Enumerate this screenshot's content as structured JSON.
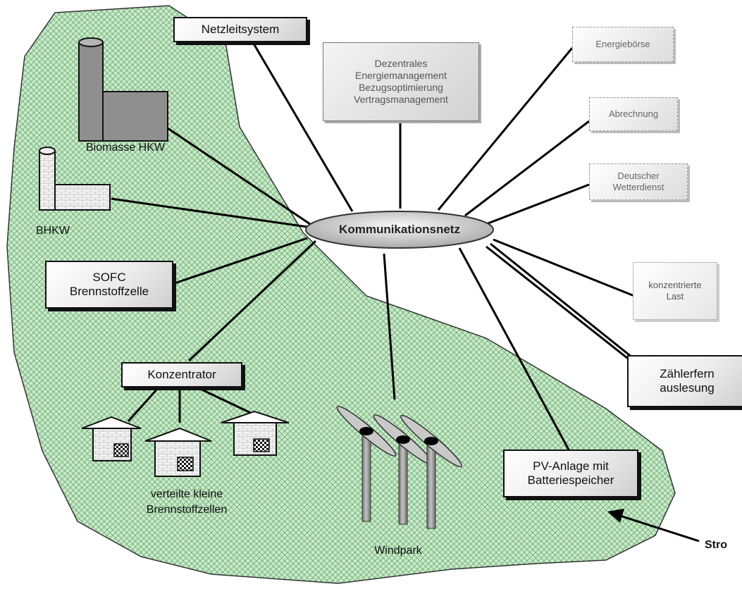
{
  "hub": {
    "label": "Kommunikationsnetz"
  },
  "boxes": {
    "netzleitsystem": {
      "label": "Netzleitsystem"
    },
    "dezentrales": {
      "lines": [
        "Dezentrales",
        "Energiemanagement",
        "Bezugsoptimierung",
        "Vertragsmanagement"
      ]
    },
    "energieboerse": {
      "label": "Energiebörse"
    },
    "abrechnung": {
      "label": "Abrechnung"
    },
    "wetterdienst": {
      "lines": [
        "Deutscher",
        "Wetterdienst"
      ]
    },
    "konz_last": {
      "lines": [
        "konzentrierte",
        "Last"
      ]
    },
    "zaehler": {
      "lines": [
        "Zählerfern",
        "auslesung"
      ]
    },
    "pv": {
      "lines": [
        "PV-Anlage mit",
        "Batteriespeicher"
      ]
    },
    "sofc": {
      "lines": [
        "SOFC",
        "Brennstoffzelle"
      ]
    },
    "konzentrator": {
      "label": "Konzentrator"
    }
  },
  "labels": {
    "biomasse": "Biomasse HKW",
    "bhkw": "BHKW",
    "verteilte": [
      "verteilte kleine",
      "Brennstoffzellen"
    ],
    "windpark": "Windpark",
    "strom": "Stro"
  },
  "colors": {
    "region_fill": "#c9eacb",
    "region_hatch": "#6fae72",
    "line": "#000000"
  },
  "icons": [
    "biomass-plant-icon",
    "bhkw-chimney-icon",
    "fuel-cell-house-icon",
    "wind-turbine-icon",
    "arrow-icon"
  ]
}
